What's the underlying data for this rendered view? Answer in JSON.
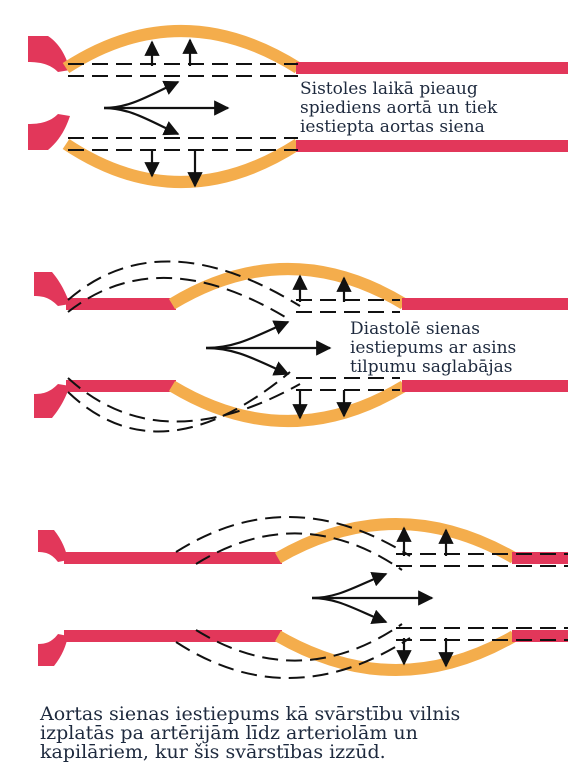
{
  "panels": {
    "systole": {
      "text": "Sistoles laikā pieaug\nspiediens aortā un tiek\niestiepta aortas siena"
    },
    "diastole": {
      "text": "Diastolē sienas\niestiepums ar asins\ntilpumu saglabājas"
    },
    "propagation": {
      "caption": "Aortas sienas iestiepums kā svārstību vilnis\nizplatās pa artērijām līdz arteriolām un\nkapilāriem, kur šis svārstības izzūd."
    }
  },
  "colors": {
    "vessel": "#e2375a",
    "stretched_wall": "#f4ad4c",
    "ink": "#111111",
    "text": "#1e2a3e"
  },
  "icons": {
    "flow_arrows": "blood-flow-arrows-icon",
    "wall_arrows": "wall-stretch-arrows-icon",
    "valve": "aortic-valve-icon"
  }
}
